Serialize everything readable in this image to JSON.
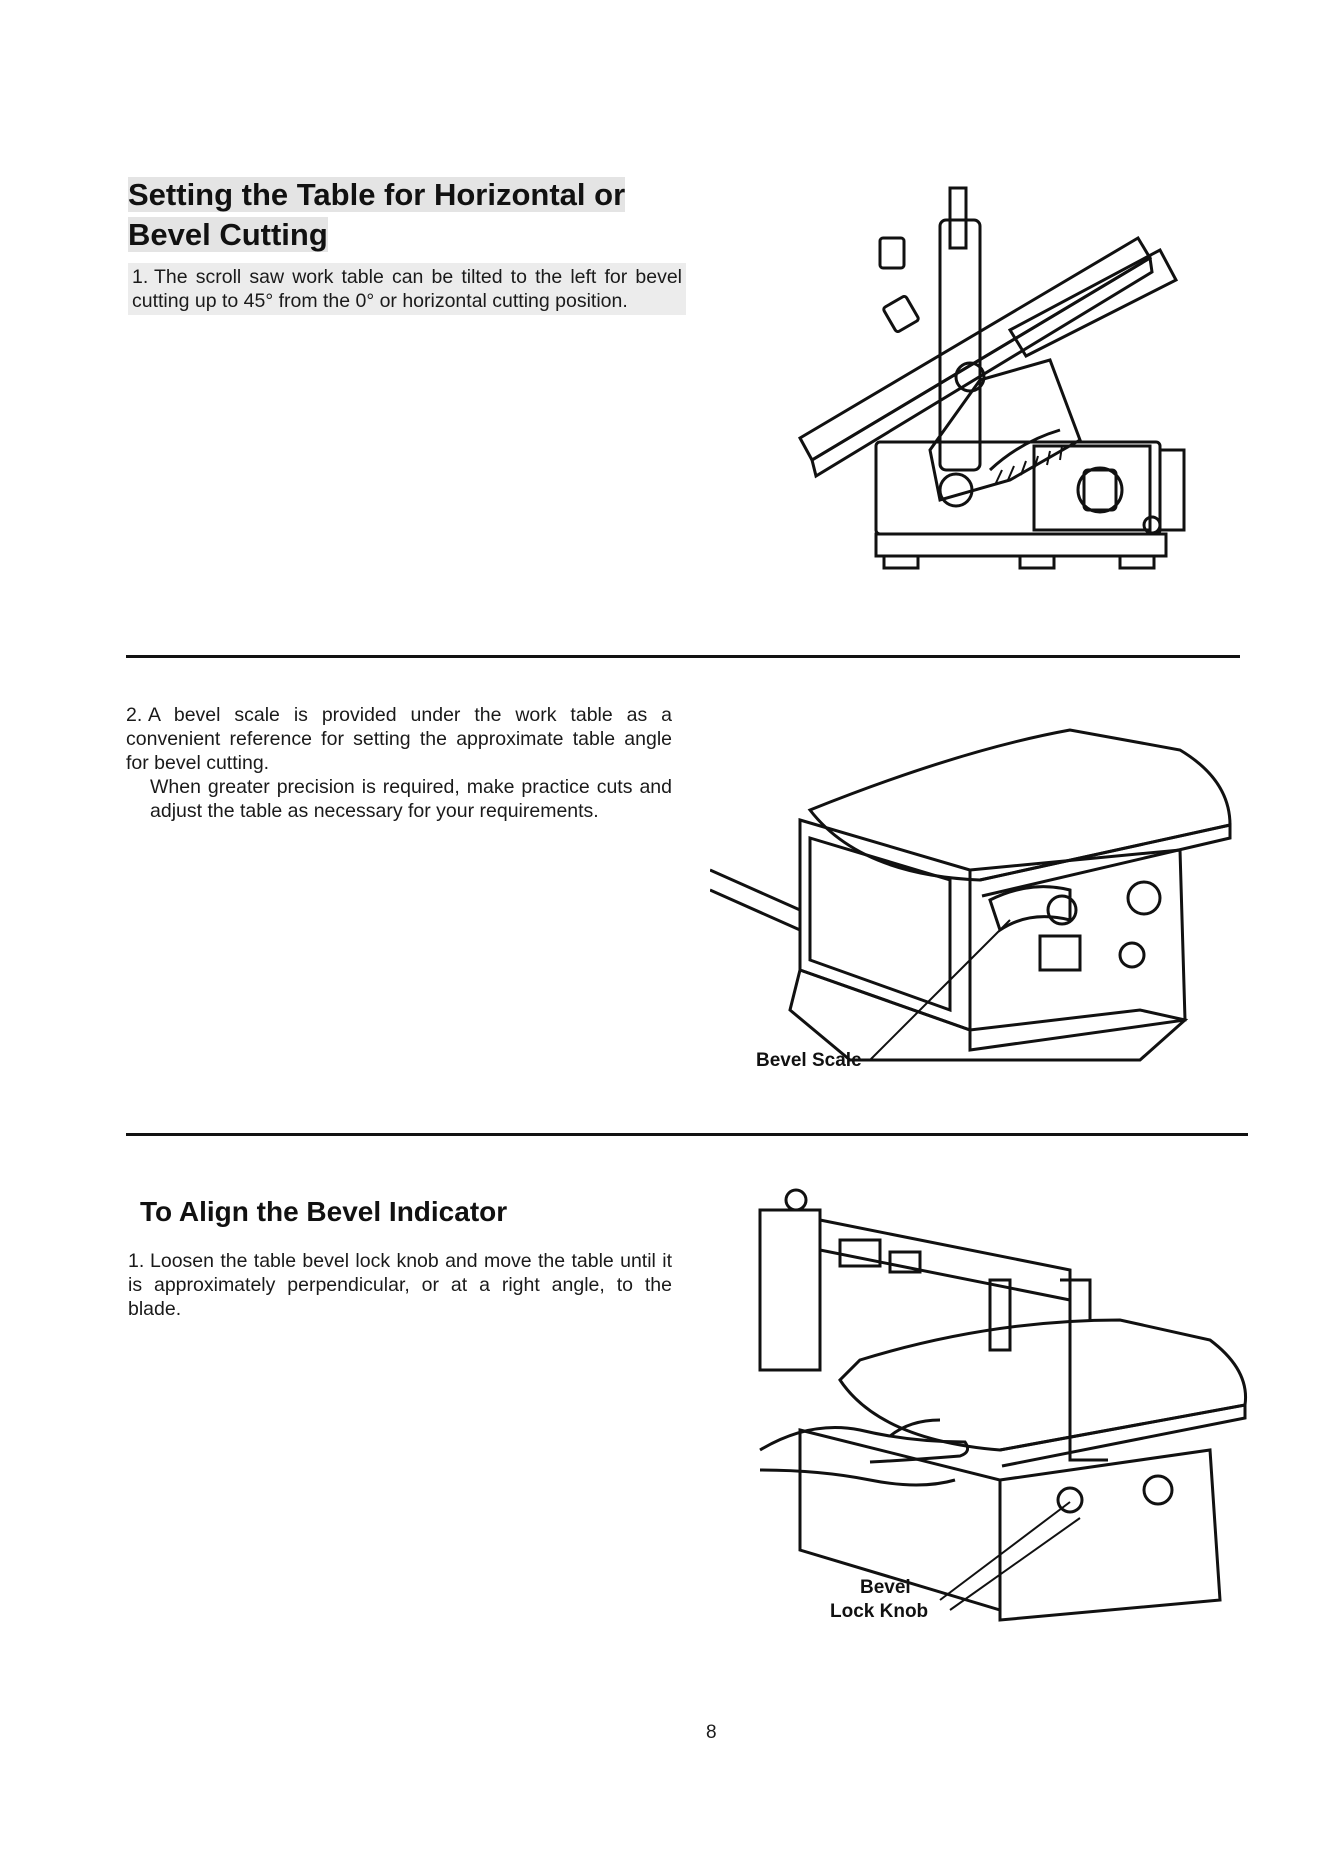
{
  "section1": {
    "title_line1": "Setting the Table for Horizontal or",
    "title_line2": "Bevel Cutting",
    "step1_number": "1.",
    "step1_text": "The scroll saw work table can be tilted to the left for bevel cutting up to 45° from the 0° or horizontal cutting position."
  },
  "section2": {
    "step2_number": "2.",
    "step2_para1": "A bevel scale is provided under the work table as a convenient reference for setting the approximate table angle for bevel cutting.",
    "step2_para2": "When greater precision is required, make practice cuts and adjust the table as necessary for your requirements.",
    "callout_bevel_scale": "Bevel Scale"
  },
  "section3": {
    "title": "To Align the Bevel Indicator",
    "step1_number": "1.",
    "step1_text": "Loosen the table bevel lock knob and move the table until it is approximately perpendicular, or at a right angle, to the blade.",
    "callout_line1": "Bevel",
    "callout_line2": "Lock Knob"
  },
  "page_number": "8"
}
